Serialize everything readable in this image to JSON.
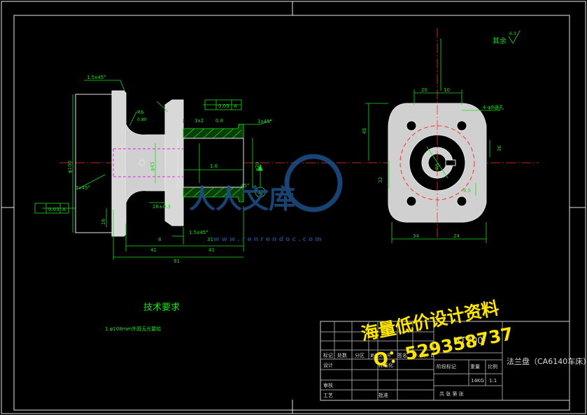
{
  "drawing": {
    "part_name": "法兰盘（CA6140车床）",
    "material": "HT200",
    "weight": "14KG",
    "scale": "1:1"
  },
  "tech_req": {
    "title": "技术要求",
    "note": "1.φ108mm外圆无光要给"
  },
  "surface_rest": "其余",
  "surface_rest_value": "6.3",
  "front_view": {
    "chamfer_top": "1.5x45°",
    "chamfer_left": "1x45°",
    "chamfer_right": "1x45°",
    "chamfer_bottom": "1.5x45°",
    "radius": "R6",
    "rough_top": "0.80",
    "size_3x2": "3x2",
    "size_08": "0.8",
    "size_tol": "28±0.3",
    "d100": "φ100",
    "d45": "φ45",
    "d20": "φ20",
    "d16": "1.6",
    "dim_41a": "41",
    "dim_41b": "41",
    "dim_91": "91",
    "dim_8": "8",
    "dim_31": "31",
    "tol_value": "0.03",
    "tol_datum": "A",
    "tol_value2": "0.03",
    "tol_datum2": "A",
    "datum_a": "A",
    "angle_45": "45°",
    "dim_16": "16"
  },
  "side_view": {
    "dim_20": "20",
    "dim_10": "10",
    "dim_45": "45",
    "holes": "4-φ9通孔",
    "dim_8": "φ8",
    "dim_32": "32",
    "dim_85": "8.5",
    "dim_34": "34",
    "dim_24": "24",
    "dim_36": "36"
  },
  "title_block": {
    "row_labels": [
      "标记",
      "处数",
      "分区",
      "更改文件号",
      "签名",
      "年、月、日"
    ],
    "design": "设计",
    "standard": "标准化",
    "stage": "阶段标记",
    "weight_label": "重量",
    "scale_label": "比例",
    "review": "审核",
    "process": "工艺",
    "approve": "批准",
    "sheets": "共  张  第  张"
  },
  "overlay": {
    "line1": "海量低价设计资料",
    "line2": "Q：529358737"
  },
  "watermark": {
    "brand": "人人文库",
    "url": "w w w . r e n r e n d o c . c o m"
  }
}
